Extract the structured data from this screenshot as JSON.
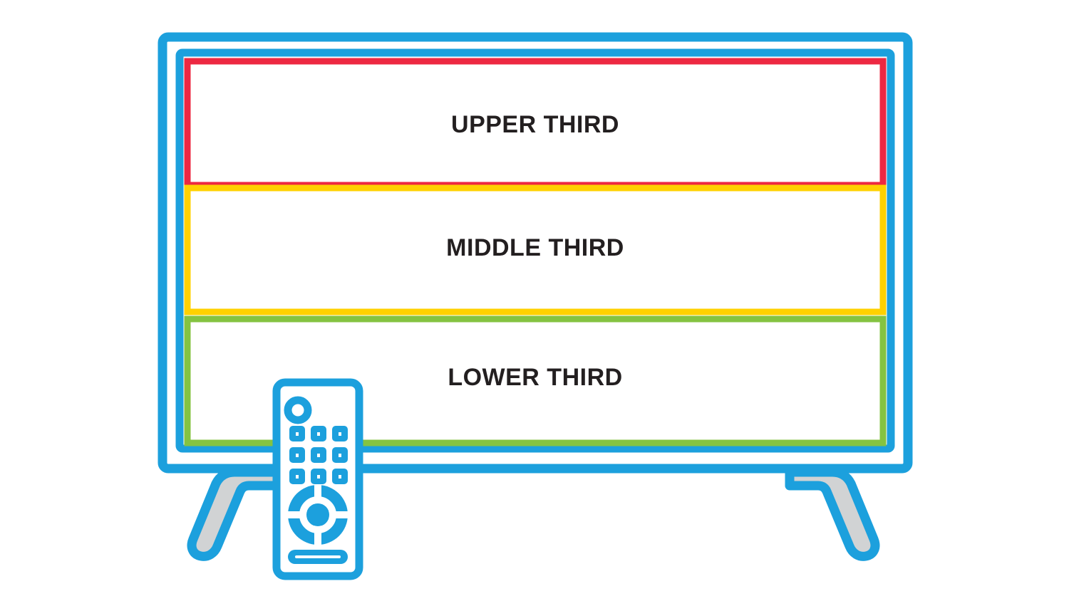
{
  "diagram": {
    "title": "Television screen divided into horizontal thirds",
    "background_color": "#ffffff",
    "device": {
      "name": "television",
      "frame_color": "#1ca0dd",
      "bezel_color": "#1ca0dd",
      "screen_color": "#ffffff",
      "stand_outline_color": "#1ca0dd",
      "stand_fill_color": "#d1d3d4"
    },
    "zones": [
      {
        "id": "upper",
        "label": "UPPER THIRD",
        "border_color": "#ed2842",
        "fill_color": "#ffffff",
        "order": 1
      },
      {
        "id": "middle",
        "label": "MIDDLE THIRD",
        "border_color": "#ffd100",
        "fill_color": "#ffffff",
        "order": 2
      },
      {
        "id": "lower",
        "label": "LOWER THIRD",
        "border_color": "#84c341",
        "fill_color": "#ffffff",
        "order": 3
      }
    ],
    "remote": {
      "name": "remote-control",
      "body_color": "#ffffff",
      "outline_color": "#1ca0dd",
      "button_color": "#1ca0dd",
      "power_button": "power-button",
      "keypad_rows": 3,
      "keypad_columns": 3,
      "keypad_count": 9,
      "dpad": "directional-pad",
      "bottom_bar": "menu-bar-button"
    }
  }
}
